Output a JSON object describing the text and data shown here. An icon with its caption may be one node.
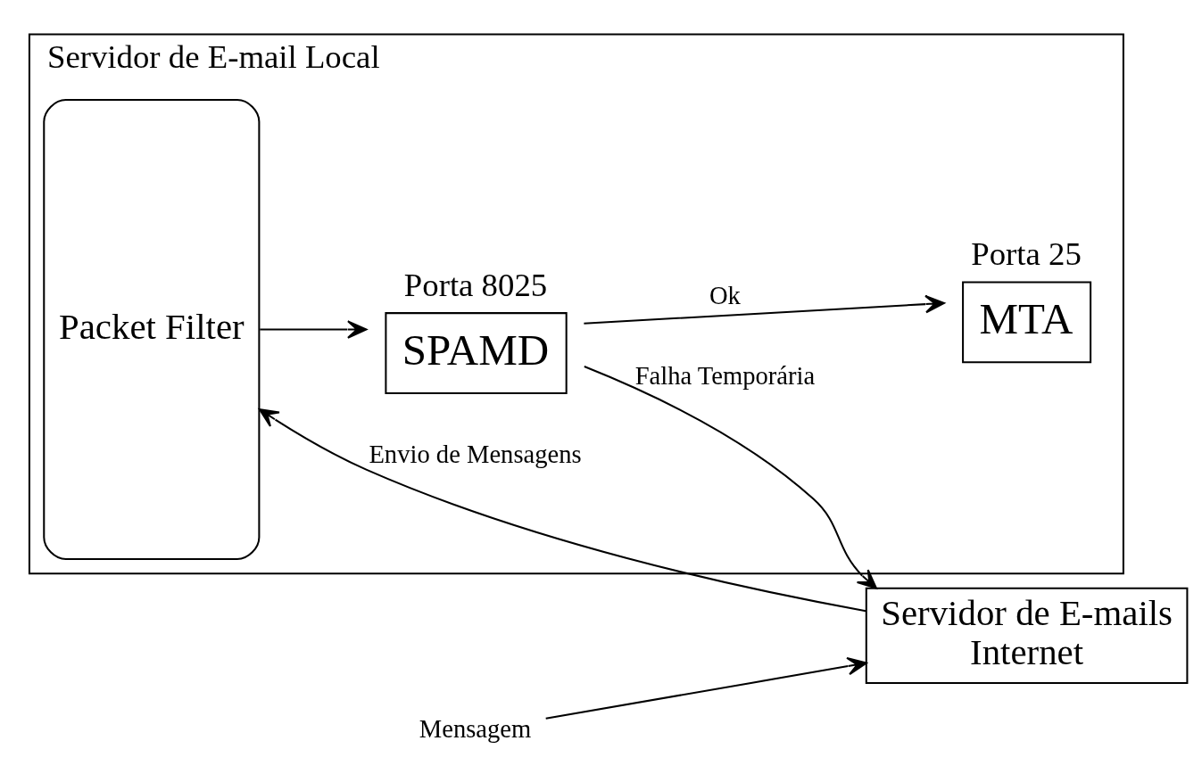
{
  "diagram": {
    "nodes": [
      {
        "text": [
          "Servidor de E-mail Local"
        ]
      },
      {
        "text": [
          "Mensagem"
        ]
      },
      {
        "text": [
          "Servidor de E-mails",
          "Internet"
        ]
      },
      {
        "text": [
          "Packet Filter"
        ],
        "in": 0
      },
      {
        "text": [
          "SPAMD"
        ],
        "beside": [
          "Porta 8025"
        ],
        "in": 0
      },
      {
        "text": [
          "MTA"
        ],
        "beside": [
          "Porta 25"
        ],
        "in": 0
      }
    ],
    "edges": [
      {
        "from": 1,
        "to": 2,
        "arrow": "to"
      },
      {
        "from": 3,
        "to": 4,
        "arrow": "to"
      },
      {
        "from": 4,
        "to": 2,
        "arrow": "to",
        "label": "Falha Temporária"
      },
      {
        "from": 2,
        "to": 3,
        "arrow": "to",
        "label": "Envio de Mensagens"
      },
      {
        "from": 4,
        "to": 5,
        "arrow": "to",
        "label": "Ok"
      }
    ]
  }
}
